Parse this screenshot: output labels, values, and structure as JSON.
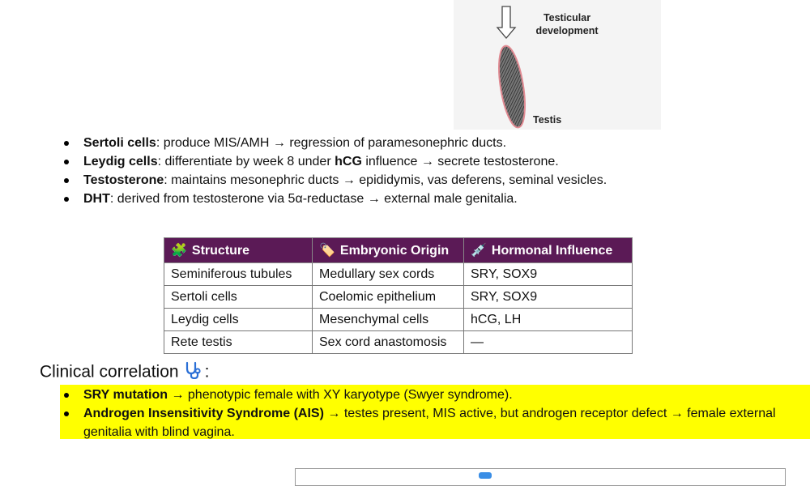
{
  "figure": {
    "label_top": "Testicular\ndevelopment",
    "label_bottom": "Testis"
  },
  "bullets": [
    {
      "term": "Sertoli cells",
      "text": ": produce MIS/AMH → regression of paramesonephric ducts."
    },
    {
      "term": "Leydig cells",
      "text": ": differentiate by week 8 under ",
      "term2": "hCG",
      "text2": " influence → secrete testosterone."
    },
    {
      "term": "Testosterone",
      "text": ": maintains mesonephric ducts → epididymis, vas deferens, seminal vesicles."
    },
    {
      "term": "DHT",
      "text": ": derived from testosterone via 5α-reductase → external male genitalia."
    }
  ],
  "table": {
    "headers": [
      {
        "icon": "🧩",
        "icon_name": "puzzle-icon",
        "label": "Structure"
      },
      {
        "icon": "🏷️",
        "icon_name": "tag-icon",
        "label": "Embryonic Origin"
      },
      {
        "icon": "💉",
        "icon_name": "syringe-icon",
        "label": "Hormonal Influence"
      }
    ],
    "rows": [
      [
        "Seminiferous tubules",
        "Medullary sex cords",
        "SRY, SOX9"
      ],
      [
        "Sertoli cells",
        "Coelomic epithelium",
        "SRY, SOX9"
      ],
      [
        "Leydig cells",
        "Mesenchymal cells",
        "hCG, LH"
      ],
      [
        "Rete testis",
        "Sex cord anastomosis",
        "—"
      ]
    ]
  },
  "clinical": {
    "title": "Clinical correlation",
    "icon_name": "stethoscope-icon",
    "suffix": ":",
    "highlight_color": "#ffff00",
    "items": [
      {
        "term": "SRY mutation",
        "text": " → phenotypic female with XY karyotype (Swyer syndrome)."
      },
      {
        "term": "Androgen Insensitivity Syndrome (AIS)",
        "text": " → testes present, MIS active, but androgen receptor defect → female external genitalia with blind vagina."
      }
    ]
  },
  "colors": {
    "table_header": "#5b1a56"
  }
}
